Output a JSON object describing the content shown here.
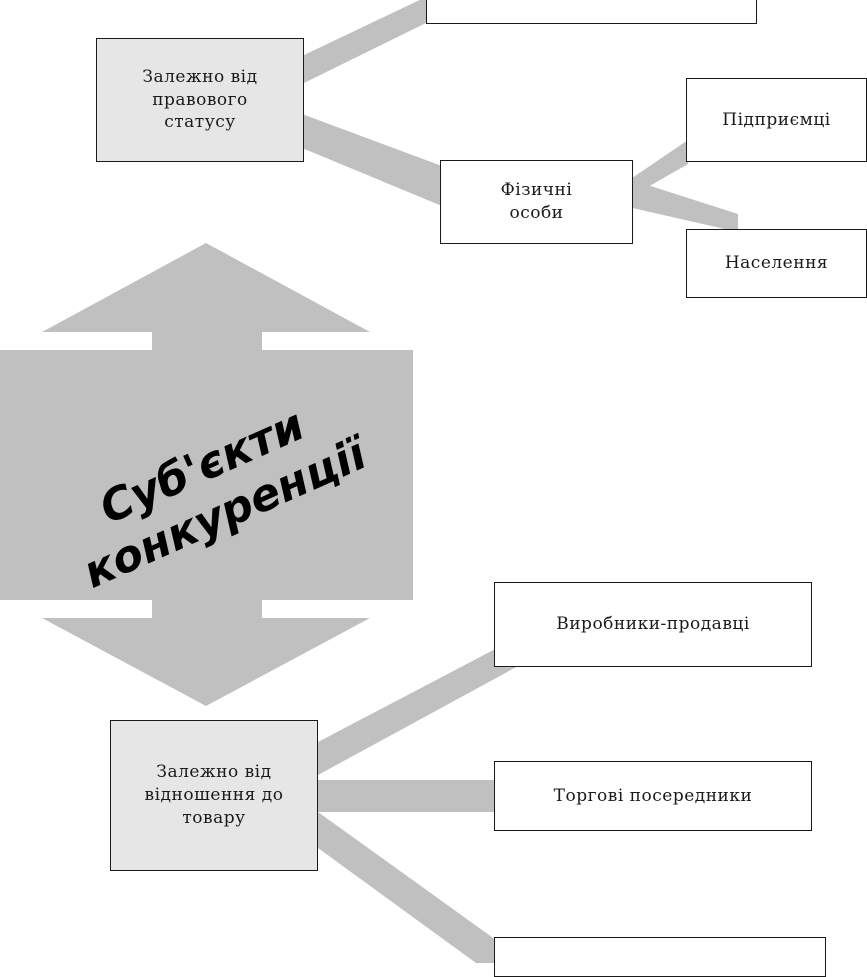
{
  "center_title": "Суб'єкти\nконкуренції",
  "colors": {
    "connector": "#c0c0c0",
    "category_box": "#e6e6e6",
    "leaf_box": "#ffffff",
    "border": "#1a1a1a"
  },
  "legal_status_branch": {
    "category": "Залежно від\nправового\nстатусу",
    "top_box": "",
    "individuals": "Фізичні\nособи",
    "entrepreneurs": "Підприємці",
    "population": "Населення"
  },
  "product_relation_branch": {
    "category": "Залежно від\nвідношення до\nтовару",
    "producers_sellers": "Виробники-продавці",
    "trade_intermediaries": "Торгові посередники",
    "bottom_box": ""
  }
}
